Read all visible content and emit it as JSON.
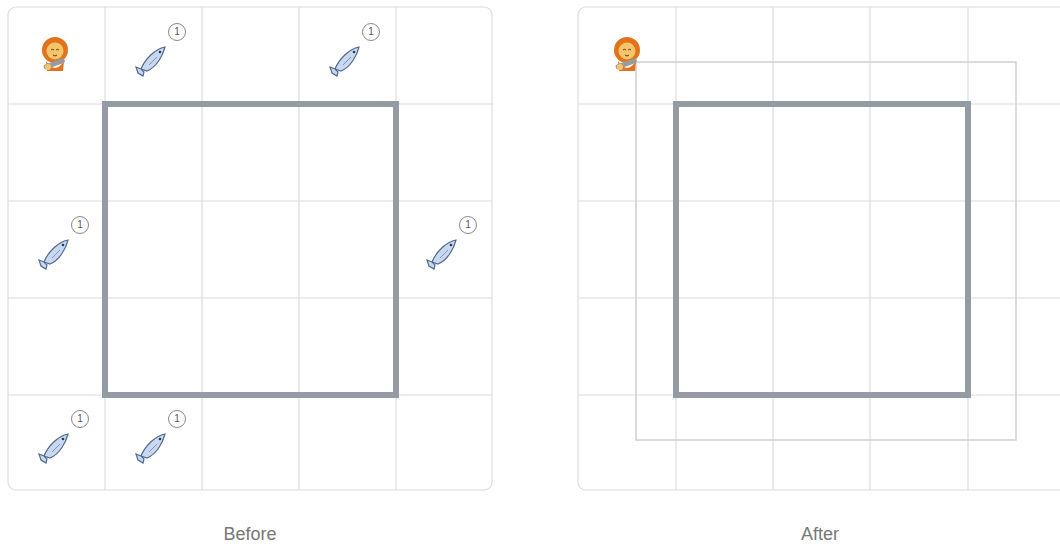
{
  "diagram": {
    "labels": [
      "1",
      "1",
      "1",
      "1",
      "1",
      "1",
      "Before",
      "After"
    ]
  }
}
